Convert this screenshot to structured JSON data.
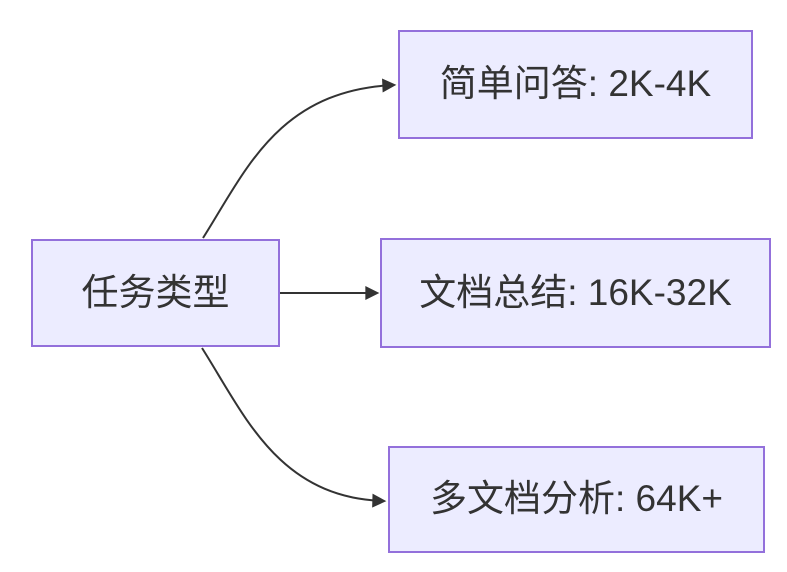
{
  "diagram": {
    "type": "flowchart",
    "direction": "left-to-right",
    "root": {
      "label": "任务类型"
    },
    "branches": [
      {
        "label": "简单问答: 2K-4K"
      },
      {
        "label": "文档总结: 16K-32K"
      },
      {
        "label": "多文档分析: 64K+"
      }
    ],
    "edges": [
      {
        "from": "任务类型",
        "to": "简单问答: 2K-4K"
      },
      {
        "from": "任务类型",
        "to": "文档总结: 16K-32K"
      },
      {
        "from": "任务类型",
        "to": "多文档分析: 64K+"
      }
    ],
    "colors": {
      "node_fill": "#ECECFF",
      "node_border": "#9370DB",
      "edge_line": "#333333",
      "text": "#333333",
      "background": "#FFFFFF"
    }
  }
}
